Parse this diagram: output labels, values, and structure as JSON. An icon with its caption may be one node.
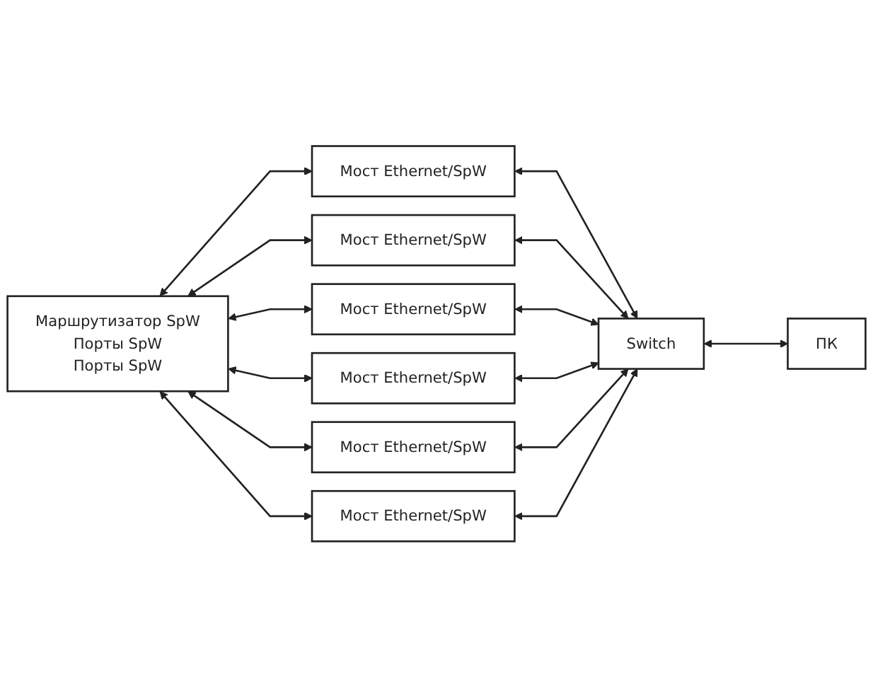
{
  "diagram": {
    "nodes": [
      {
        "text": [
          "Маршрутизатор SpW",
          "Порты SpW",
          "Порты SpW"
        ]
      },
      {
        "text": [
          "Мост Ethernet/SpW"
        ]
      },
      {
        "text": [
          "Мост Ethernet/SpW"
        ]
      },
      {
        "text": [
          "Мост Ethernet/SpW"
        ]
      },
      {
        "text": [
          "Мост Ethernet/SpW"
        ]
      },
      {
        "text": [
          "Мост Ethernet/SpW"
        ]
      },
      {
        "text": [
          "Мост Ethernet/SpW"
        ]
      },
      {
        "text": [
          "Switch"
        ]
      },
      {
        "text": [
          "ПК"
        ]
      }
    ],
    "edges": [
      {
        "from": 0,
        "to": 1,
        "arrow": "both"
      },
      {
        "from": 0,
        "to": 2,
        "arrow": "both"
      },
      {
        "from": 0,
        "to": 3,
        "arrow": "both"
      },
      {
        "from": 0,
        "to": 4,
        "arrow": "both"
      },
      {
        "from": 0,
        "to": 5,
        "arrow": "both"
      },
      {
        "from": 0,
        "to": 6,
        "arrow": "both"
      },
      {
        "from": 1,
        "to": 7,
        "arrow": "both"
      },
      {
        "from": 2,
        "to": 7,
        "arrow": "both"
      },
      {
        "from": 3,
        "to": 7,
        "arrow": "both"
      },
      {
        "from": 4,
        "to": 7,
        "arrow": "both"
      },
      {
        "from": 5,
        "to": 7,
        "arrow": "both"
      },
      {
        "from": 6,
        "to": 7,
        "arrow": "both"
      },
      {
        "from": 7,
        "to": 8,
        "arrow": "both"
      }
    ]
  }
}
